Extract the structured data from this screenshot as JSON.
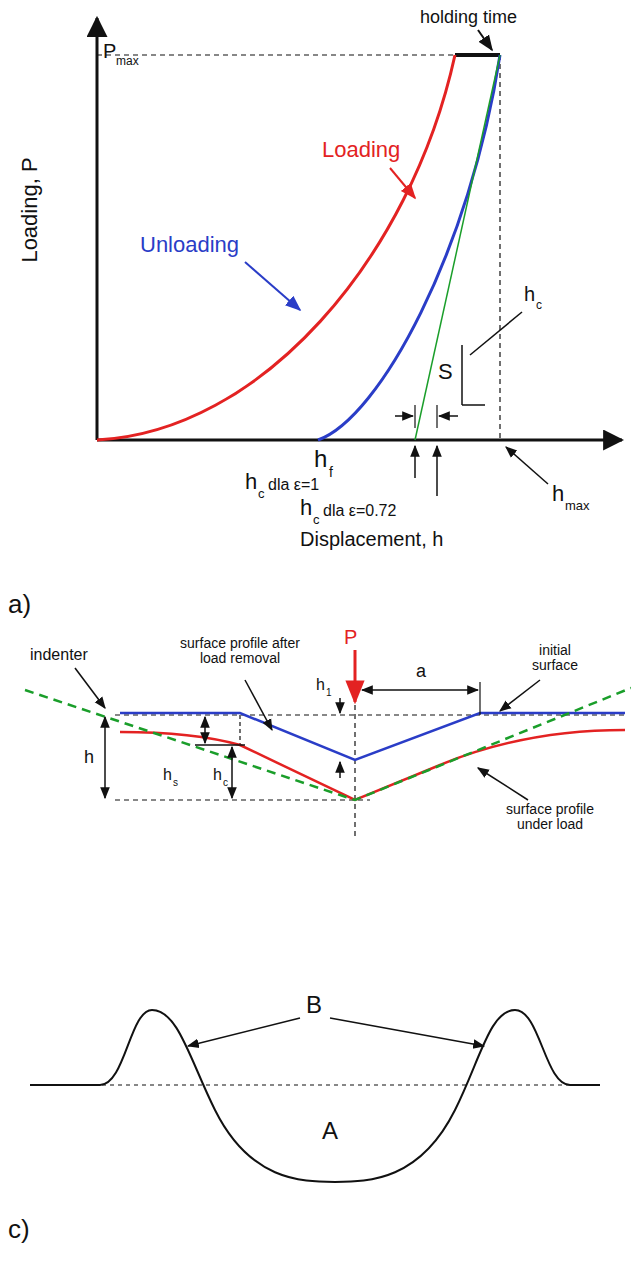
{
  "diagram": {
    "labels": [
      "P",
      "max",
      "holding time",
      "Loading, P",
      "Loading",
      "Unloading",
      "S",
      "h",
      "c",
      "h",
      "f",
      "h",
      "c",
      "dla ε=1",
      "h",
      "c",
      "dla ε=0.72",
      "h",
      "max",
      "Displacement, h",
      "a)",
      "P",
      "indenter",
      "surface profile after load removal",
      "h",
      "1",
      "a",
      "initial surface",
      "h",
      "h",
      "s",
      "h",
      "c",
      "surface profile under load",
      "B",
      "A",
      "c)"
    ]
  }
}
